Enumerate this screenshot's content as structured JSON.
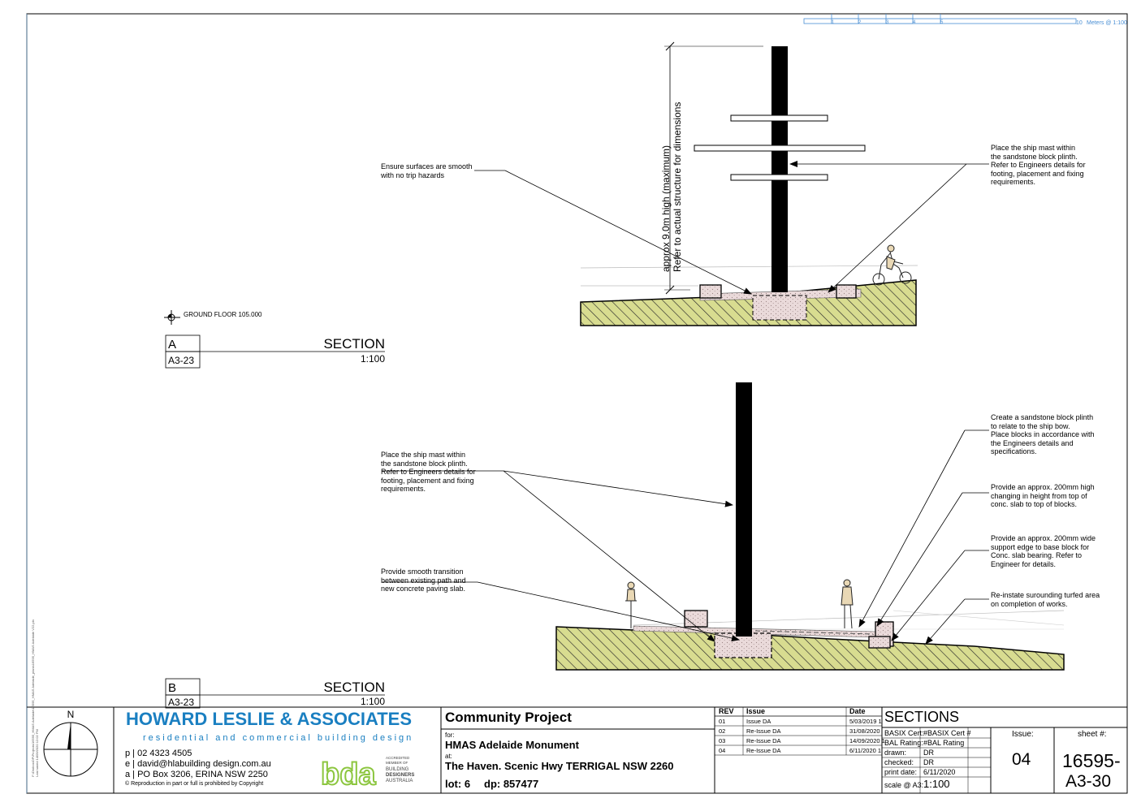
{
  "scale_bar": {
    "ticks": [
      "1",
      "2",
      "3",
      "4",
      "5",
      "10"
    ],
    "label": "Meters @ 1:100"
  },
  "section_a": {
    "marker": "A",
    "ref": "A3-23",
    "title": "SECTION",
    "scale": "1:100",
    "level_label": "GROUND FLOOR 105.000",
    "dimension_text": [
      "approx 9.0m high (maximum)",
      "Refer to actual structure for dimensions"
    ],
    "notes": {
      "smooth": [
        "Ensure surfaces are smooth",
        "with no trip hazards"
      ],
      "mast": [
        "Place the ship mast within",
        "the sandstone block plinth.",
        "Refer to Engineers details for",
        "footing, placement and fixing",
        "requirements."
      ]
    }
  },
  "section_b": {
    "marker": "B",
    "ref": "A3-23",
    "title": "SECTION",
    "scale": "1:100",
    "notes": {
      "mast": [
        "Place the ship mast within",
        "the sandstone block plinth.",
        "Refer to Engineers details for",
        "footing, placement and fixing",
        "requirements."
      ],
      "transition": [
        "Provide smooth transition",
        "between existing path and",
        "new concrete paving slab."
      ],
      "plinth": [
        "Create a sandstone block plinth",
        "to relate to the ship bow.",
        "Place blocks in accordance with",
        "the Engineers details and",
        "specifications."
      ],
      "high": [
        "Provide an approx. 200mm high",
        "changing in height from top of",
        "conc. slab to top of blocks."
      ],
      "wide": [
        "Provide an approx. 200mm wide",
        "support edge to base block for",
        "Conc. slab bearing. Refer to",
        "Engineer for details."
      ],
      "turf": [
        "Re-instate surounding turfed area",
        "on completion of works."
      ]
    }
  },
  "title_block": {
    "north": "N",
    "firm": "HOWARD LESLIE & ASSOCIATES",
    "tagline": "residential and commercial building design",
    "phone": "p | 02 4323 4505",
    "email": "e | david@hlabuilding design.com.au",
    "address": "a | PO Box 3206, ERINA  NSW  2250",
    "copyright": "© Reproduction in part or full is prohibited by Copyright",
    "bda_logo": "bda",
    "bda_text": [
      "ACCREDITED",
      "MEMBER OF",
      "BUILDING",
      "DESIGNERS",
      "AUSTRALIA"
    ],
    "project_type": "Community Project",
    "for_label": "for:",
    "project_name": "HMAS Adelaide Monument",
    "at_label": "at:",
    "site": "The Haven. Scenic Hwy TERRIGAL NSW 2260",
    "lot": "lot: 6",
    "dp": "dp: 857477",
    "rev_headers": [
      "REV",
      "Issue",
      "Date"
    ],
    "revisions": [
      [
        "01",
        "Issue DA",
        "5/03/2019 1"
      ],
      [
        "02",
        "Re-Issue DA",
        "31/08/2020"
      ],
      [
        "03",
        "Re-Issue DA",
        "14/09/2020 1"
      ],
      [
        "04",
        "Re-Issue DA",
        "6/11/2020 1"
      ]
    ],
    "sheet_title": "SECTIONS",
    "basix": [
      "BASIX Cert:",
      "#BASIX Cert #"
    ],
    "bal": [
      "BAL Rating:",
      "#BAL Rating"
    ],
    "drawn": [
      "drawn:",
      "DR"
    ],
    "checked": [
      "checked:",
      "DR"
    ],
    "print_date": [
      "print date:",
      "6/11/2020"
    ],
    "scale": [
      "scale @ A3:",
      "1:100"
    ],
    "issue_label": "Issue:",
    "issue": "04",
    "sheet_label": "sheet #:",
    "sheet_number": [
      "16595-",
      "A3-30"
    ],
    "file_path": [
      "F:\\Drobox\\DP\\Projects\\16595_HMAS Adelaide\\16595_HMAS Adelaide_plans\\16595_HMAS Adelaide V22.pln",
      "Last saved 14/09/2020 12:02 PM"
    ]
  },
  "colors": {
    "soil": "#d8dc90",
    "hatch": "#2c2c2c",
    "plinth": "#e8d6d6",
    "mast": "#000000",
    "brand": "#1a7fc1",
    "bda": "#8cc63f"
  }
}
